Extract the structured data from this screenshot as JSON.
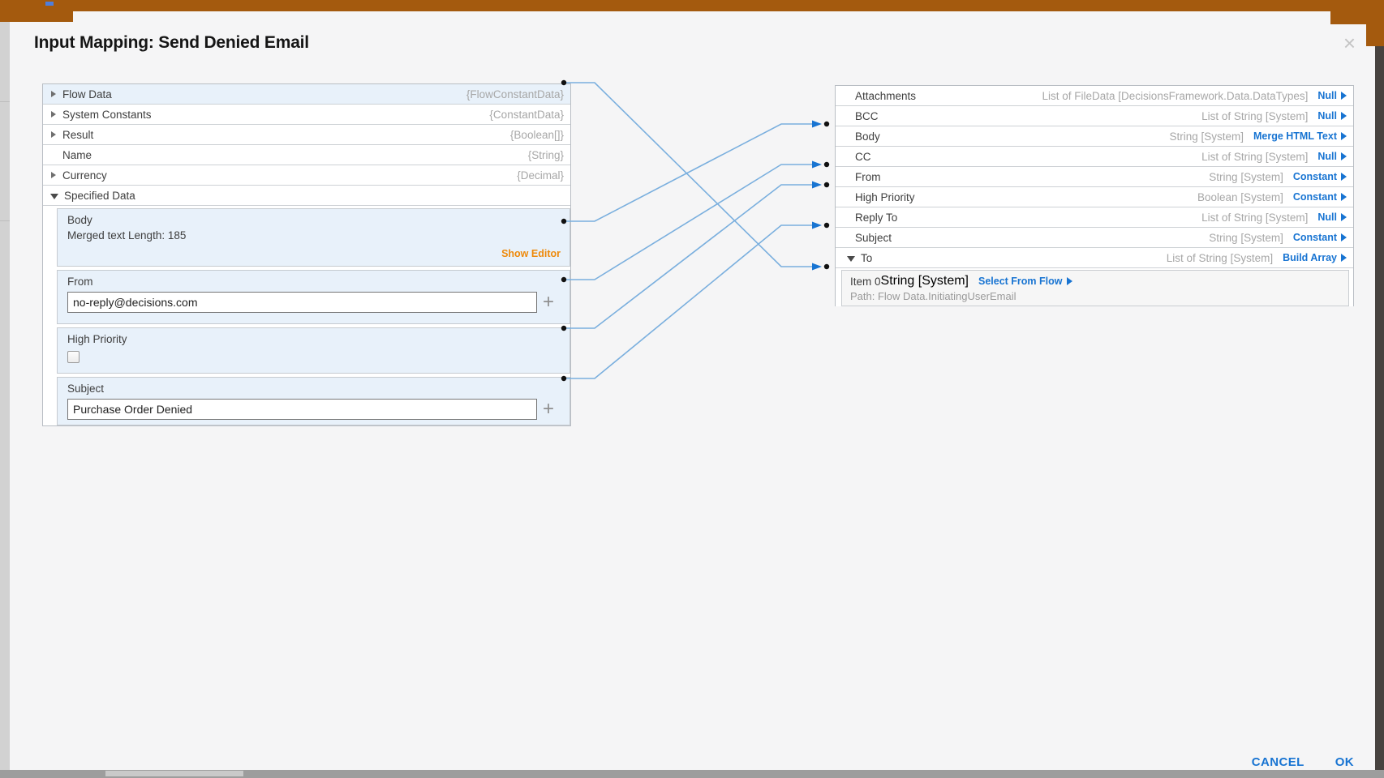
{
  "dialog": {
    "title": "Input Mapping: Send Denied Email",
    "close_icon": "×"
  },
  "left_panel": {
    "rows": [
      {
        "label": "Flow Data",
        "type": "{FlowConstantData}"
      },
      {
        "label": "System Constants",
        "type": "{ConstantData}"
      },
      {
        "label": "Result",
        "type": "{Boolean[]}"
      },
      {
        "label": "Name",
        "type": "{String}"
      },
      {
        "label": "Currency",
        "type": "{Decimal}"
      },
      {
        "label": "Specified Data",
        "type": ""
      }
    ],
    "specified_data": {
      "body": {
        "label": "Body",
        "info": "Merged text Length: 185",
        "editor_link": "Show Editor"
      },
      "from": {
        "label": "From",
        "value": "no-reply@decisions.com"
      },
      "high_priority": {
        "label": "High Priority",
        "checked": false
      },
      "subject": {
        "label": "Subject",
        "value": "Purchase Order Denied"
      }
    }
  },
  "right_panel": {
    "rows": [
      {
        "label": "Attachments",
        "type": "List of FileData [DecisionsFramework.Data.DataTypes]",
        "action": "Null"
      },
      {
        "label": "BCC",
        "type": "List of String [System]",
        "action": "Null"
      },
      {
        "label": "Body",
        "type": "String [System]",
        "action": "Merge HTML Text"
      },
      {
        "label": "CC",
        "type": "List of String [System]",
        "action": "Null"
      },
      {
        "label": "From",
        "type": "String [System]",
        "action": "Constant"
      },
      {
        "label": "High Priority",
        "type": "Boolean [System]",
        "action": "Constant"
      },
      {
        "label": "Reply To",
        "type": "List of String [System]",
        "action": "Null"
      },
      {
        "label": "Subject",
        "type": "String [System]",
        "action": "Constant"
      },
      {
        "label": "To",
        "type": "List of String [System]",
        "action": "Build Array"
      }
    ],
    "item0": {
      "label": "Item 0",
      "type": "String [System]",
      "action": "Select From Flow",
      "path": "Path: Flow Data.InitiatingUserEmail"
    }
  },
  "connections": [
    {
      "from": "flow-data",
      "to": "item0"
    },
    {
      "from": "body",
      "to": "body"
    },
    {
      "from": "from",
      "to": "from"
    },
    {
      "from": "high-priority",
      "to": "high-priority"
    },
    {
      "from": "subject",
      "to": "subject"
    }
  ],
  "footer": {
    "cancel": "CANCEL",
    "ok": "OK"
  },
  "icons": {
    "add": "+"
  },
  "colors": {
    "titlebar_orange": "#a45a0e",
    "link_blue": "#1874d2",
    "connector_blue": "#7aafde",
    "editor_orange": "#ee8a0b",
    "highlight_blue": "#e8f1fa"
  }
}
